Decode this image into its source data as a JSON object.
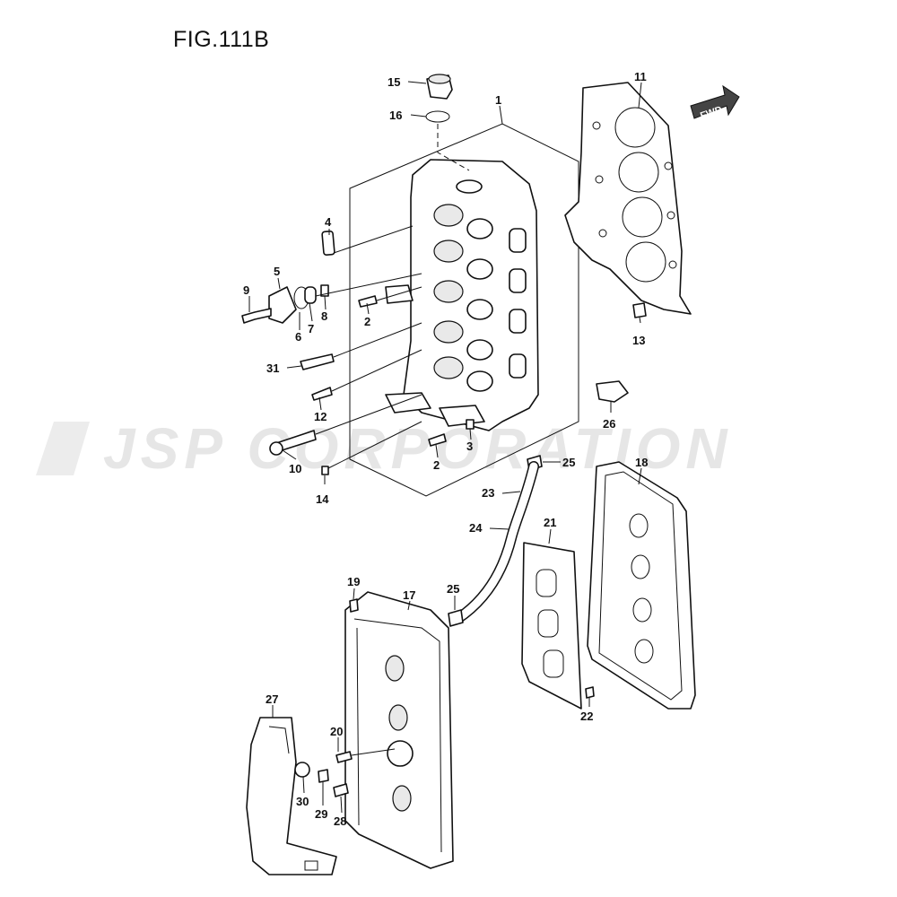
{
  "figure": {
    "title": "FIG.111B"
  },
  "watermark": {
    "text": "JSP CORPORATION"
  },
  "fwd_arrow": {
    "label": "FWD"
  },
  "callouts": [
    "1",
    "2",
    "2",
    "3",
    "4",
    "5",
    "6",
    "7",
    "8",
    "9",
    "10",
    "11",
    "12",
    "13",
    "14",
    "15",
    "16",
    "17",
    "18",
    "19",
    "20",
    "21",
    "22",
    "23",
    "24",
    "25",
    "25",
    "26",
    "27",
    "28",
    "29",
    "30",
    "31"
  ],
  "colors": {
    "ink": "#111111",
    "watermark": "#e6e6e6",
    "background": "#ffffff"
  }
}
